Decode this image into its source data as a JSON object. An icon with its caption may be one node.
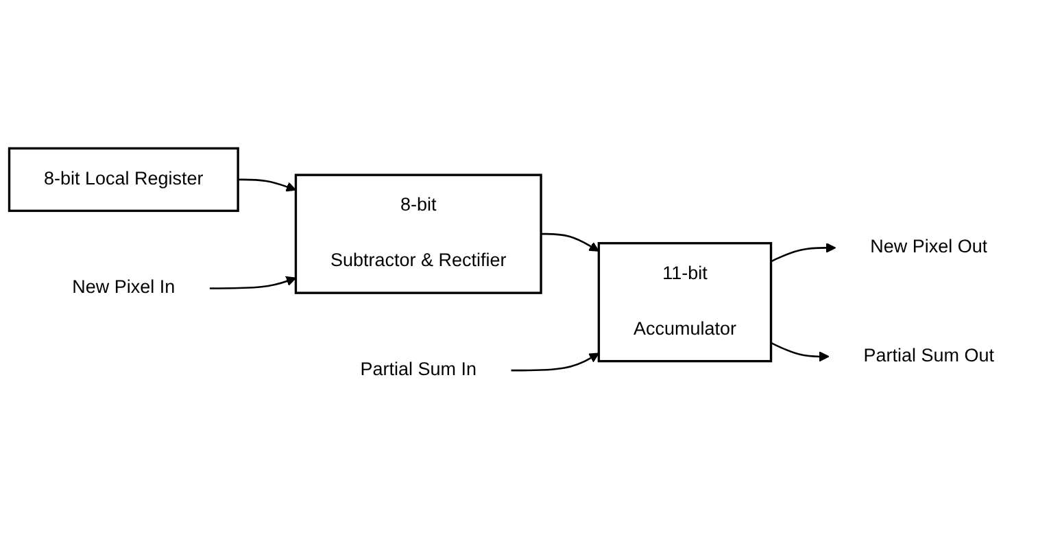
{
  "diagram": {
    "nodes": [
      {
        "text": [
          "8-bit Local Register"
        ]
      },
      {
        "text": [
          "8-bit",
          "Subtractor & Rectifier"
        ]
      },
      {
        "text": [
          "11-bit",
          "Accumulator"
        ]
      },
      {
        "text": [
          "New Pixel In"
        ]
      },
      {
        "text": [
          "New Pixel Out"
        ]
      },
      {
        "text": [
          "Partial Sum Out"
        ]
      },
      {
        "text": [
          "Partial Sum In"
        ]
      }
    ],
    "edges": [
      {
        "from": 0,
        "to": 1,
        "arrow": "to"
      },
      {
        "from": 3,
        "to": 1,
        "arrow": "to"
      },
      {
        "from": 1,
        "to": 2,
        "arrow": "to"
      },
      {
        "from": 2,
        "to": 4,
        "arrow": "to"
      },
      {
        "from": 2,
        "to": 5,
        "arrow": "to"
      },
      {
        "from": 6,
        "to": 2,
        "arrow": "to"
      }
    ]
  }
}
